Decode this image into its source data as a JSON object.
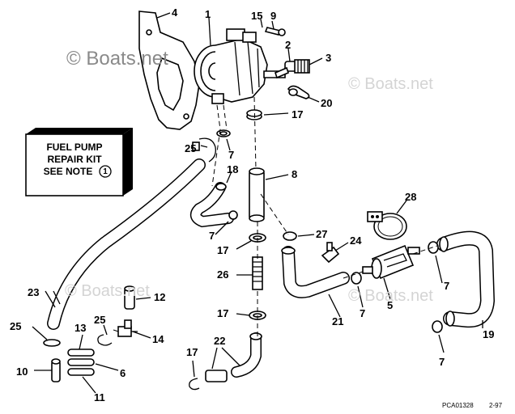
{
  "watermarks": [
    "© Boats.net",
    "© Boats.net",
    "© Boats.net",
    "© Boats.net"
  ],
  "kit_note": {
    "line1": "FUEL PUMP",
    "line2": "REPAIR KIT",
    "line3": "SEE NOTE",
    "note_number": "1"
  },
  "callouts": {
    "c1": "1",
    "c2": "2",
    "c3": "3",
    "c4": "4",
    "c5": "5",
    "c6": "6",
    "c7a": "7",
    "c7b": "7",
    "c7c": "7",
    "c7d": "7",
    "c7e": "7",
    "c8": "8",
    "c9": "9",
    "c10": "10",
    "c11": "11",
    "c12": "12",
    "c13": "13",
    "c14": "14",
    "c15": "15",
    "c17a": "17",
    "c17b": "17",
    "c17c": "17",
    "c17d": "17",
    "c18": "18",
    "c19": "19",
    "c20": "20",
    "c21": "21",
    "c22": "22",
    "c23": "23",
    "c24": "24",
    "c25a": "25",
    "c25b": "25",
    "c25c": "25",
    "c26": "26",
    "c27": "27",
    "c28": "28"
  },
  "footer": {
    "code": "PCA01328",
    "date": "2-97"
  }
}
